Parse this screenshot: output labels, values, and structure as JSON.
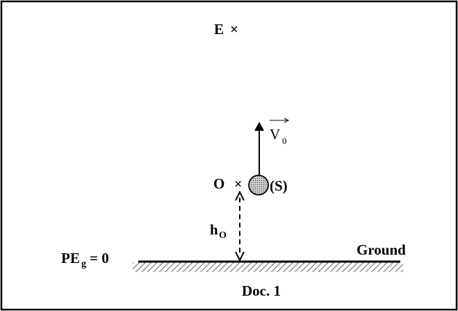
{
  "labels": {
    "point_e": "E",
    "point_o": "O",
    "cross_mark": "×",
    "velocity_letter": "V",
    "velocity_subscript": "0",
    "object": "(S)",
    "height_main": "h",
    "height_sub": "O",
    "pe_main": "PE",
    "pe_sub": "g",
    "pe_value": "= 0",
    "ground": "Ground",
    "caption": "Doc. 1"
  },
  "colors": {
    "ink": "#000000",
    "ball_fill": "#c8c8c8",
    "hatch": "#6e6e6e",
    "background": "#ffffff"
  },
  "icons": {
    "ball": "stippled-sphere",
    "ground": "hatched-ground"
  }
}
